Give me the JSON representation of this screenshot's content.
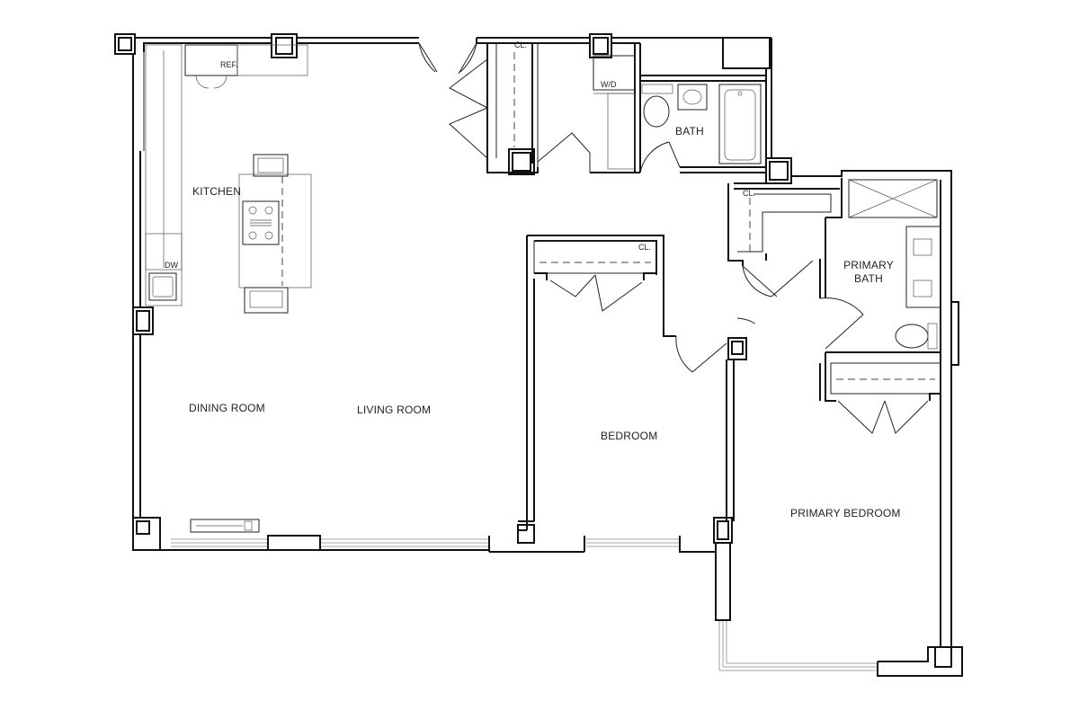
{
  "rooms": {
    "kitchen": "KITCHEN",
    "dining_room": "DINING ROOM",
    "living_room": "LIVING ROOM",
    "bedroom": "BEDROOM",
    "primary_bedroom": "PRIMARY BEDROOM",
    "bath": "BATH",
    "primary_bath_line1": "PRIMARY",
    "primary_bath_line2": "BATH"
  },
  "fixtures": {
    "refrigerator": "REF.",
    "washer_dryer": "W/D",
    "dishwasher": "DW",
    "closet": "CL."
  }
}
